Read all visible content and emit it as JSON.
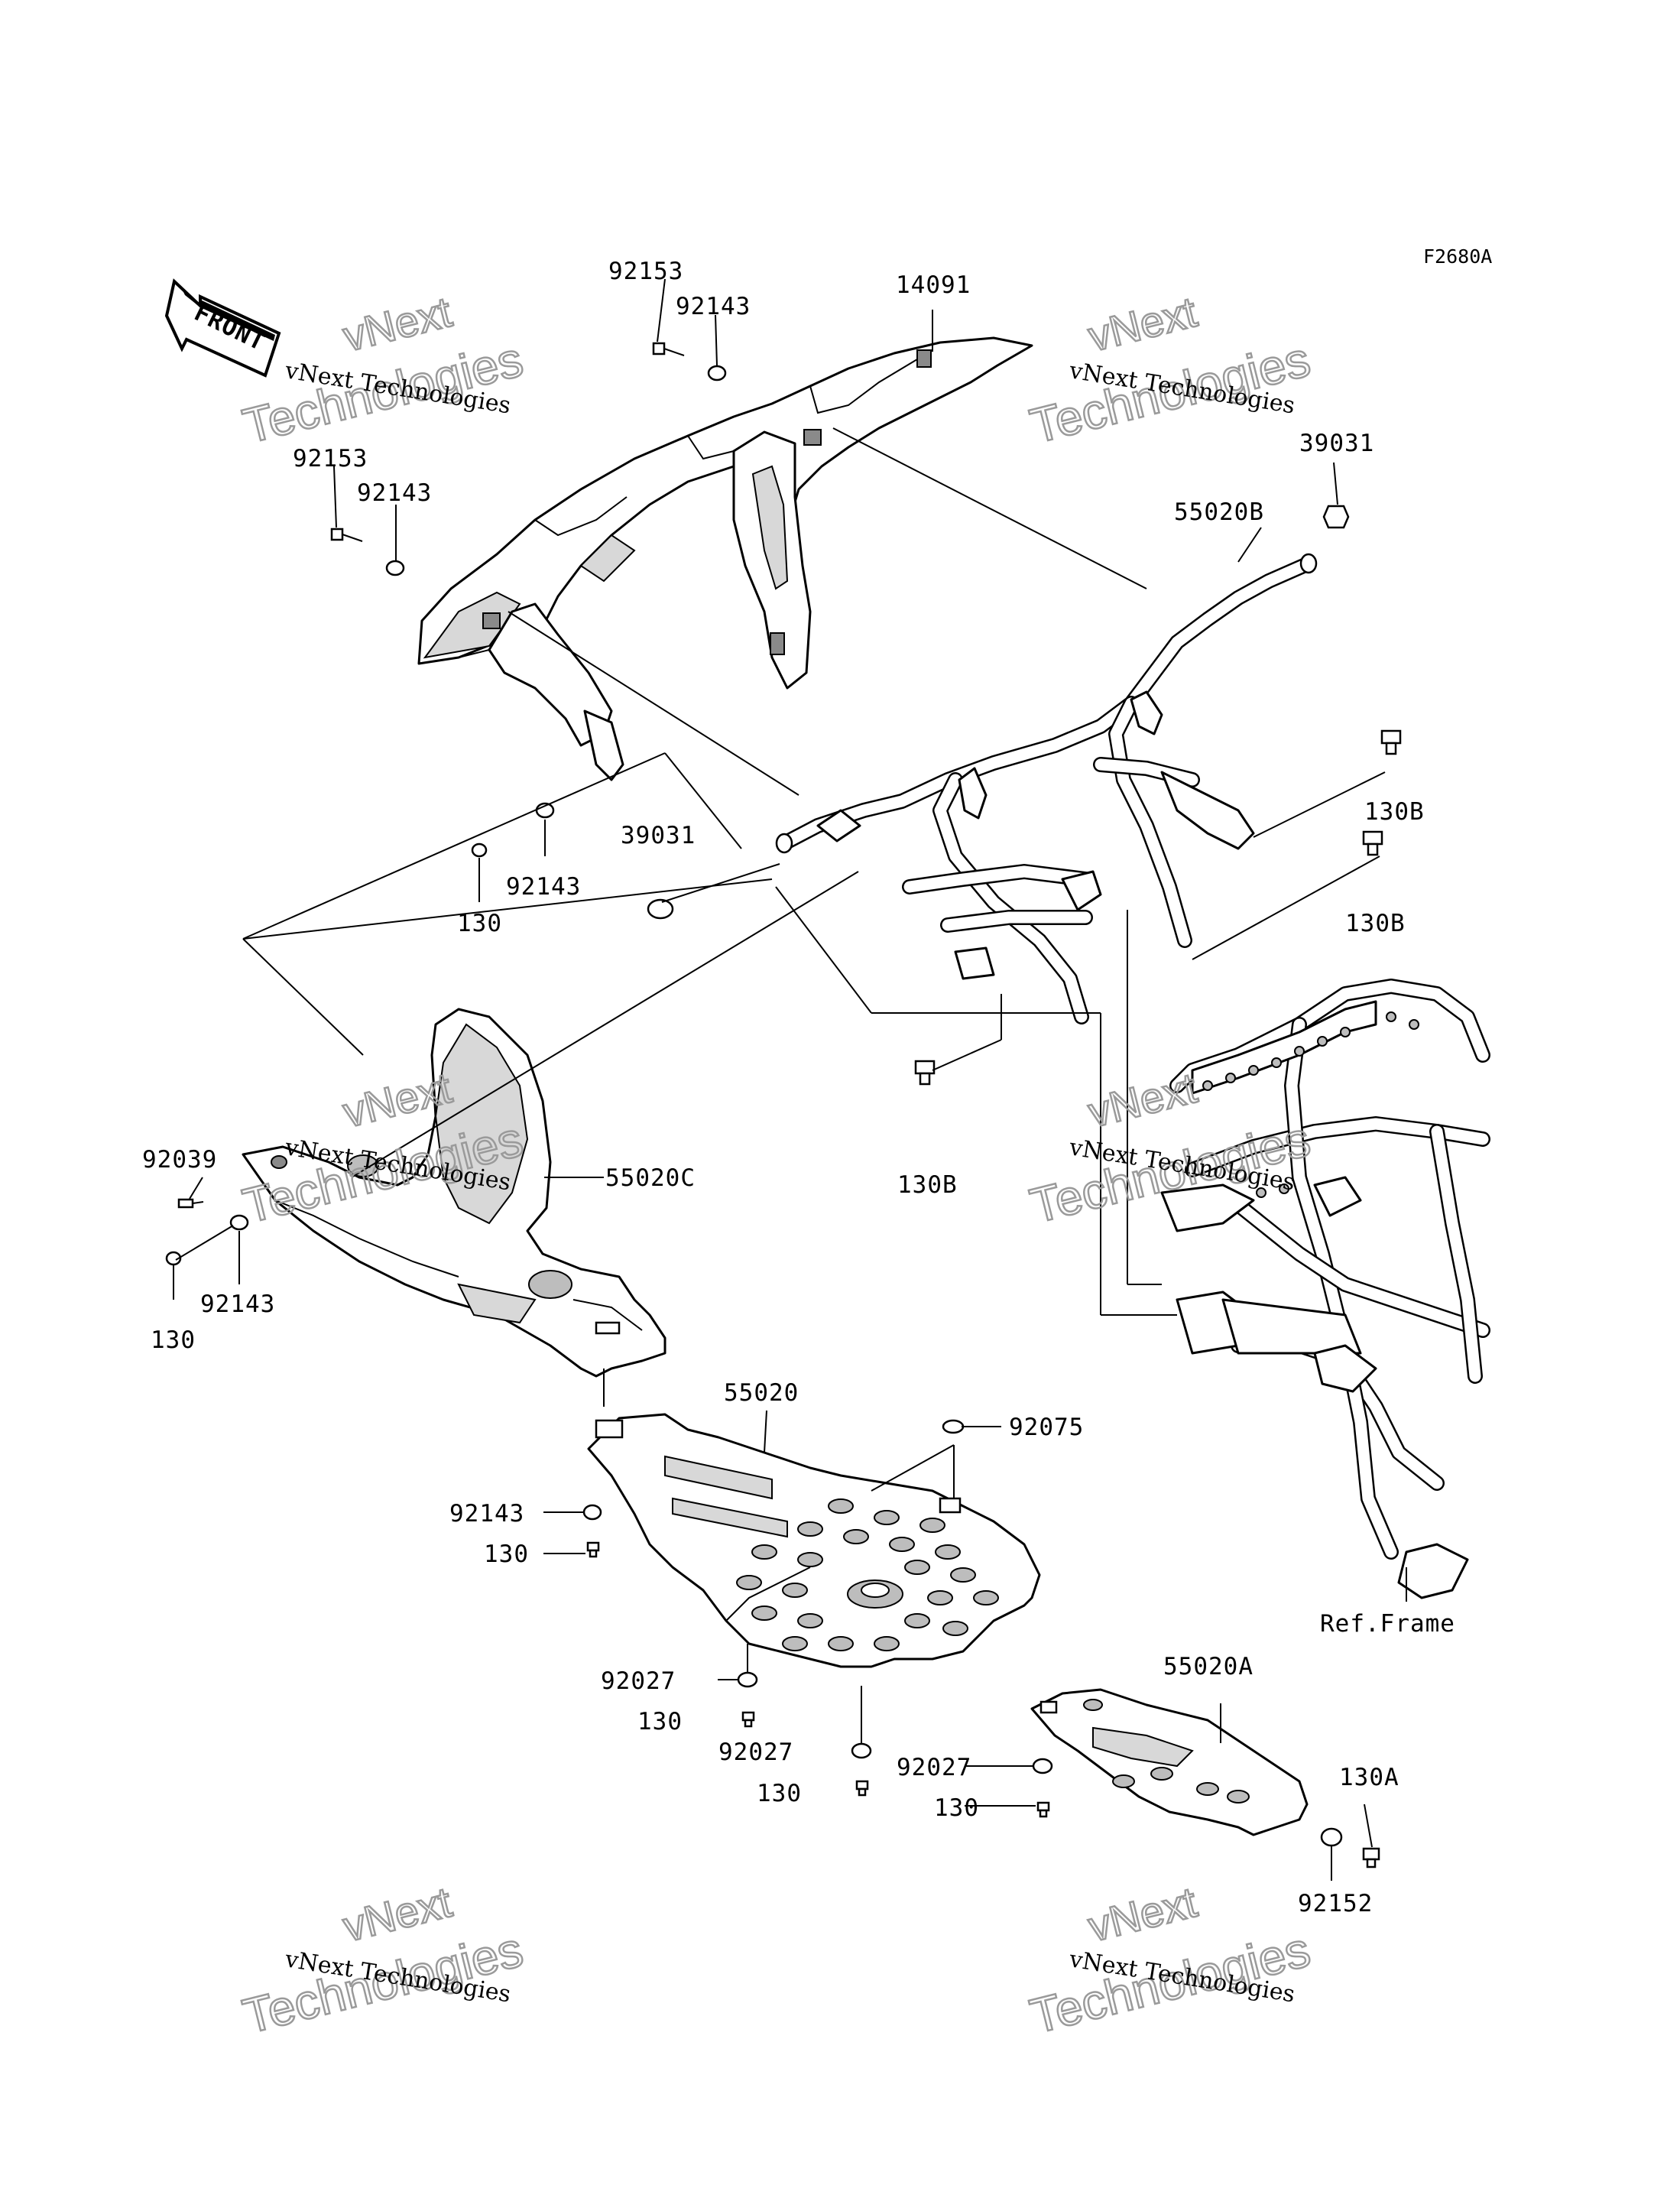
{
  "figure_code": "F2680A",
  "front_label": "FRONT",
  "watermark": {
    "line1": "vNext Technologies",
    "line2": "vNext",
    "line3": "Technologies"
  },
  "parts": {
    "p14091": "14091",
    "p92153_top": "92153",
    "p92143_top": "92143",
    "p92153_left": "92153",
    "p92143_left": "92143",
    "p39031_right": "39031",
    "p55020B": "55020B",
    "p130B_1": "130B",
    "p130B_2": "130B",
    "p130B_3": "130B",
    "p39031_mid": "39031",
    "p92143_mid": "92143",
    "p130_mid": "130",
    "p92039": "92039",
    "p55020C": "55020C",
    "p92143_lower": "92143",
    "p130_lower": "130",
    "p55020": "55020",
    "p92075": "92075",
    "p92143_plate": "92143",
    "p130_plate": "130",
    "p92027_a": "92027",
    "p130_a": "130",
    "p92027_b": "92027",
    "p130_b": "130",
    "p55020A": "55020A",
    "p92027_c": "92027",
    "p130_c": "130",
    "p130A": "130A",
    "p92152": "92152",
    "ref_frame": "Ref.Frame"
  }
}
